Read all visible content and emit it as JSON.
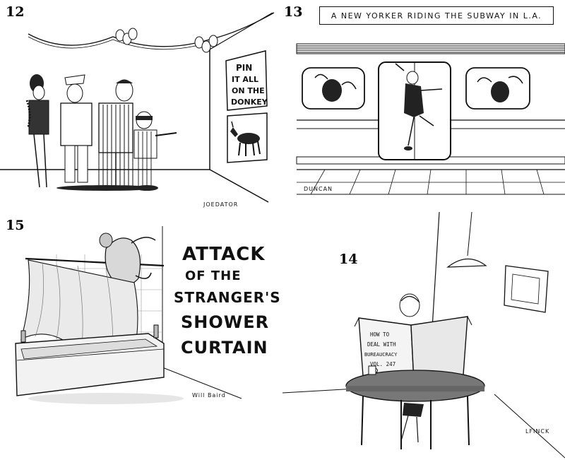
{
  "panels": [
    {
      "number": "12",
      "sign_lines": [
        "PIN",
        "IT ALL",
        "ON THE",
        "DONKEY"
      ],
      "signature": "JOEDATOR"
    },
    {
      "number": "13",
      "caption": "A NEW YORKER RIDING THE SUBWAY IN L.A.",
      "signature": "DUNCAN"
    },
    {
      "number": "15",
      "title_lines": [
        "ATTACK",
        "OF THE",
        "STRANGER'S",
        "SHOWER",
        "CURTAIN"
      ],
      "signature": "Will Baird"
    },
    {
      "number": "14",
      "book_lines": [
        "HOW TO",
        "DEAL WITH",
        "BUREAUCRACY",
        "VOL. 247"
      ],
      "signature": "LFINCK"
    }
  ]
}
